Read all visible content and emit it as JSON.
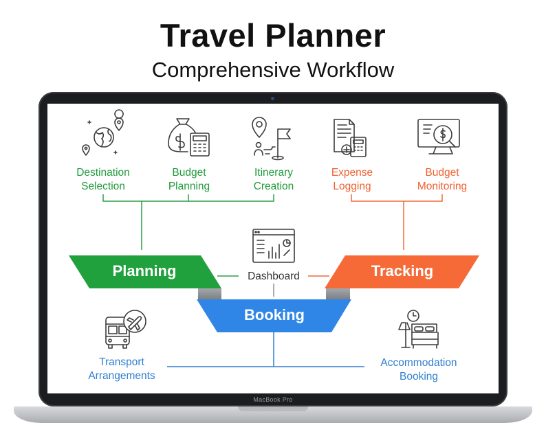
{
  "header": {
    "title": "Travel Planner",
    "subtitle": "Comprehensive Workflow"
  },
  "device": {
    "model_label": "MacBook Pro"
  },
  "colors": {
    "planning": "#21a03e",
    "tracking": "#f56a36",
    "booking": "#2f86e6",
    "connector_gray": "#8e9196"
  },
  "planning": {
    "label": "Planning",
    "items": [
      {
        "line1": "Destination",
        "line2": "Selection",
        "icon": "globe-pin-icon"
      },
      {
        "line1": "Budget",
        "line2": "Planning",
        "icon": "money-bag-calculator-icon"
      },
      {
        "line1": "Itinerary",
        "line2": "Creation",
        "icon": "route-flag-icon"
      }
    ]
  },
  "tracking": {
    "label": "Tracking",
    "items": [
      {
        "line1": "Expense",
        "line2": "Logging",
        "icon": "receipt-calculator-icon"
      },
      {
        "line1": "Budget",
        "line2": "Monitoring",
        "icon": "monitor-dollar-icon"
      }
    ]
  },
  "center": {
    "label": "Dashboard",
    "icon": "dashboard-chart-icon"
  },
  "booking": {
    "label": "Booking",
    "items": [
      {
        "line1": "Transport",
        "line2": "Arrangements",
        "icon": "bus-plane-icon"
      },
      {
        "line1": "Accommodation",
        "line2": "Booking",
        "icon": "hotel-bed-clock-icon"
      }
    ]
  }
}
